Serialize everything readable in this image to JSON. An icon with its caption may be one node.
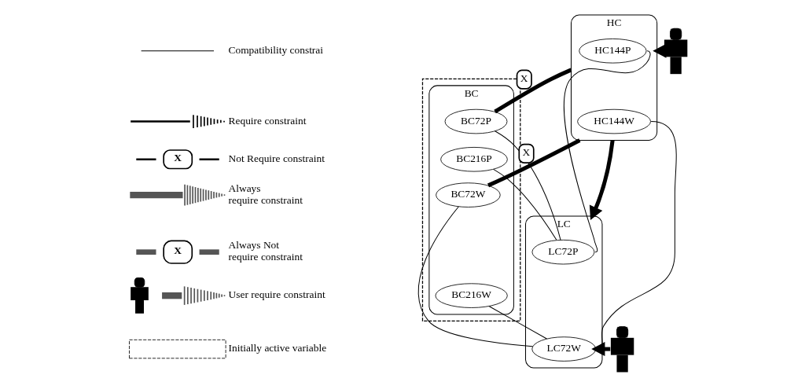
{
  "diagram": {
    "nodes": [
      {
        "text": [],
        "shape": "box"
      },
      {
        "text": [
          "BC"
        ],
        "in": 0
      },
      {
        "text": [
          "BC72P"
        ],
        "in": 1
      },
      {
        "text": [
          "BC216P"
        ],
        "in": 1
      },
      {
        "text": [
          "BC72W"
        ],
        "in": 1
      },
      {
        "text": [
          "BC216W"
        ],
        "in": 1
      },
      {
        "text": [
          "HC"
        ]
      },
      {
        "text": [
          "HC144P"
        ],
        "in": 6
      },
      {
        "text": [
          "HC144W"
        ],
        "in": 6
      },
      {
        "text": [
          "LC"
        ]
      },
      {
        "text": [
          "LC72P"
        ],
        "in": 9
      },
      {
        "text": [
          "LC72W"
        ],
        "in": 9
      },
      {
        "text": [],
        "shape": "person"
      },
      {
        "text": [],
        "shape": "person"
      }
    ],
    "edges": [
      {
        "from": 2,
        "to": 6,
        "arrow": "none",
        "style": "thick",
        "label": "X"
      },
      {
        "from": 4,
        "to": 6,
        "arrow": "none",
        "style": "thick",
        "label": "X"
      },
      {
        "from": 2,
        "to": 10,
        "arrow": "none"
      },
      {
        "from": 3,
        "to": 10,
        "arrow": "none"
      },
      {
        "from": 4,
        "to": 11,
        "arrow": "none"
      },
      {
        "from": 5,
        "to": 11,
        "arrow": "none"
      },
      {
        "from": 7,
        "to": 10,
        "arrow": "none"
      },
      {
        "from": 8,
        "to": 11,
        "arrow": "none"
      },
      {
        "from": 6,
        "to": 9,
        "arrow": "to",
        "style": "thick"
      },
      {
        "from": 12,
        "to": 6,
        "arrow": "to",
        "style": "thick"
      },
      {
        "from": 13,
        "to": 11,
        "arrow": "to",
        "style": "thick"
      }
    ],
    "labels": [
      "X",
      "X"
    ],
    "legend": [
      {
        "text": "Compatibility constrai"
      },
      {
        "text": "Require constraint"
      },
      {
        "text": "Not Require constraint"
      },
      {
        "text": "Always require constraint"
      },
      {
        "text": "Always Not require constraint"
      },
      {
        "text": "User require constraint"
      },
      {
        "text": "Initially active variable"
      }
    ]
  }
}
